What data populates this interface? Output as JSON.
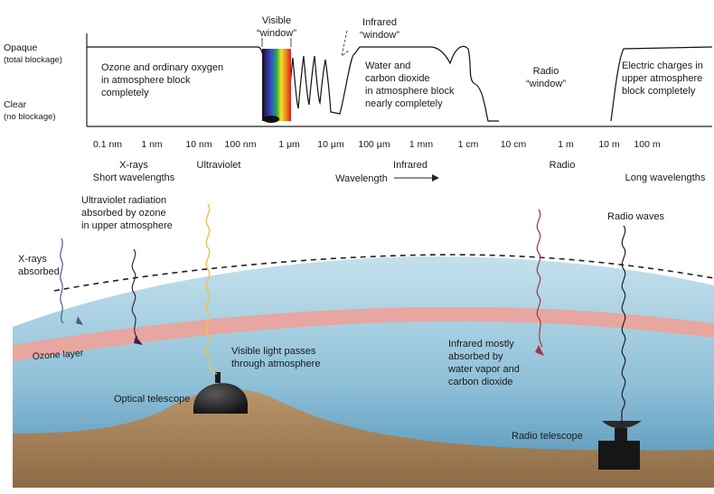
{
  "chart": {
    "y_top_label": [
      "Opaque",
      "(total blockage)"
    ],
    "y_bottom_label": [
      "Clear",
      "(no blockage)"
    ],
    "visible_window": [
      "Visible",
      "“window”"
    ],
    "infrared_window": [
      "Infrared",
      "“window”"
    ],
    "radio_window": [
      "Radio",
      "“window”"
    ],
    "ozone_note": [
      "Ozone and ordinary oxygen",
      "in atmosphere block",
      "completely"
    ],
    "water_note": [
      "Water and",
      "carbon dioxide",
      "in atmosphere block",
      "nearly completely"
    ],
    "electric_note": [
      "Electric charges in",
      "upper atmosphere",
      "block completely"
    ]
  },
  "scale": {
    "ticks": [
      "0.1 nm",
      "1 nm",
      "10 nm",
      "100 nm",
      "1 μm",
      "10 μm",
      "100 μm",
      "1 mm",
      "1 cm",
      "10 cm",
      "1 m",
      "10 m",
      "100 m"
    ],
    "xrays": "X-rays",
    "short": "Short wavelengths",
    "ultraviolet": "Ultraviolet",
    "infrared": "Infrared",
    "radio": "Radio",
    "long": "Long wavelengths",
    "wavelength": "Wavelength"
  },
  "scene": {
    "uv_note": [
      "Ultraviolet radiation",
      "absorbed by ozone",
      "in upper atmosphere"
    ],
    "xray_note": [
      "X-rays",
      "absorbed"
    ],
    "ozone_layer": "Ozone layer",
    "visible_note": [
      "Visible light passes",
      "through atmosphere"
    ],
    "optical_telescope": "Optical telescope",
    "infrared_note": [
      "Infrared mostly",
      "absorbed by",
      "water vapor and",
      "carbon dioxide"
    ],
    "radio_waves": "Radio waves",
    "radio_telescope": "Radio telescope"
  },
  "colors": {
    "sky_top": "#c4e1ec",
    "sky_bottom": "#4c90b5",
    "ozone": "#e7a6a0",
    "ground": "#a8845c",
    "uv_wave": "#3b2350",
    "xray_wave": "#4b5d86",
    "visible_wave": "#f0c24c",
    "ir_wave": "#a4344a",
    "radio_wave": "#222222"
  }
}
